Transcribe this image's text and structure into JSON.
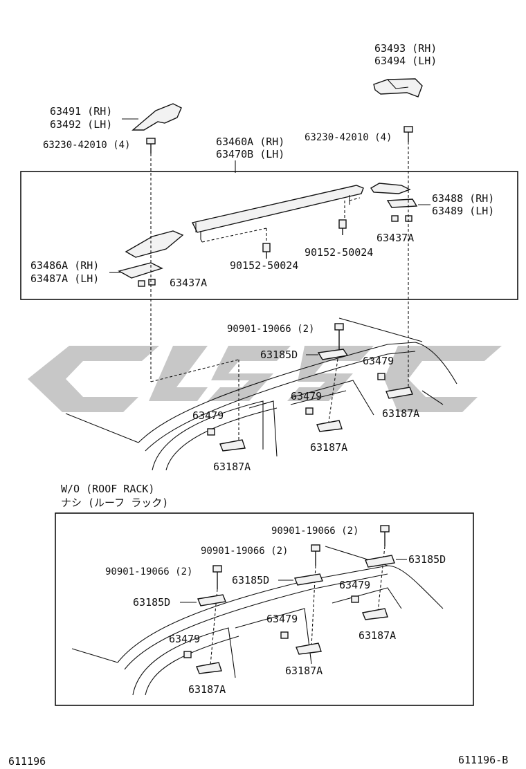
{
  "diagram": {
    "labels": {
      "p63493": "63493 (RH)",
      "p63494": "63494 (LH)",
      "p63491": "63491 (RH)",
      "p63492": "63492 (LH)",
      "bolt_left": "63230-42010 (4)",
      "bolt_right": "63230-42010 (4)",
      "p63460A": "63460A (RH)",
      "p63470B": "63470B (LH)",
      "p63488": "63488 (RH)",
      "p63489": "63489 (LH)",
      "p63437A_top": "63437A",
      "p90152_a": "90152-50024",
      "p90152_b": "90152-50024",
      "p63486A": "63486A (RH)",
      "p63487A": "63487A (LH)",
      "p63437A_bottom": "63437A",
      "bolt_mid": "90901-19066 (2)",
      "p63185D_mid": "63185D",
      "p63479_a": "63479",
      "p63479_b": "63479",
      "p63479_c": "63479",
      "p63187A_a": "63187A",
      "p63187A_b": "63187A",
      "p63187A_c": "63187A",
      "variant_en": "W/O (ROOF RACK)",
      "variant_jp": "ナシ (ルーフ ラック)",
      "bolt_low_r": "90901-19066 (2)",
      "bolt_low_m": "90901-19066 (2)",
      "bolt_low_l": "90901-19066 (2)",
      "p63185D_low_r": "63185D",
      "p63185D_low_m": "63185D",
      "p63185D_low_l": "63185D",
      "p63479_low_r": "63479",
      "p63479_low_m": "63479",
      "p63479_low_l": "63479",
      "p63187A_low_r": "63187A",
      "p63187A_low_m": "63187A",
      "p63187A_low_l": "63187A",
      "footer_left": "611196",
      "footer_right": "611196-B"
    },
    "icons": [
      "roof-rail-icon",
      "rail-end-cover-icon",
      "bolt-icon",
      "bracket-icon",
      "nut-icon",
      "roof-outline-icon",
      "watermark-logo"
    ]
  }
}
